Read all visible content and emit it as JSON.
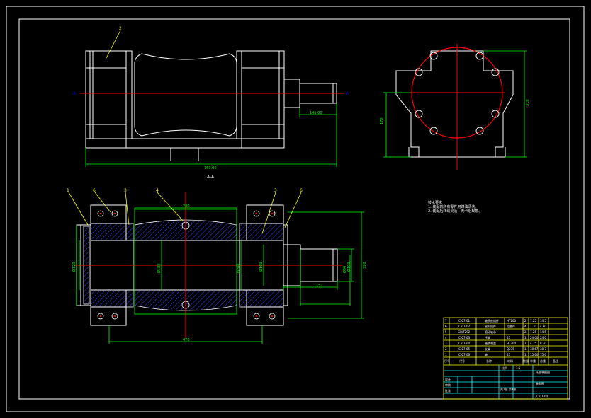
{
  "section_label": "A-A",
  "view_marks": {
    "left": "A",
    "right": "A"
  },
  "leaders": {
    "top_view": "2",
    "section": [
      "1",
      "6",
      "3",
      "4",
      "3",
      "6"
    ]
  },
  "dimensions": {
    "overall_length": "760.00",
    "shaft_length": "145.00",
    "cross_height_left": "170",
    "cross_height_right": "310",
    "section_top_width": "280",
    "section_bottom_width": "470",
    "shaft_ext": "152",
    "dia_left": "Ø120",
    "dia_mid1": "Ø180",
    "dia_mid2": "Ø200",
    "dia_mid3": "Ø160",
    "dia_shaft": "Ø100",
    "dia_end": "Ø90",
    "height_right": "320"
  },
  "notes": {
    "title": "技术要求",
    "line1": "1. 装配前所有零件用煤油清洗。",
    "line2": "2. 装配后转动灵活，无卡阻现象。"
  },
  "bom": {
    "rows": [
      {
        "no": "7",
        "code": "JC-07-01",
        "name": "轴承座组件",
        "mat": "HT200",
        "qty": "2",
        "w1": "7.25",
        "w2": "14.5"
      },
      {
        "no": "6",
        "code": "JC-07-02",
        "name": "密封组件",
        "mat": "组合件",
        "qty": "4",
        "w1": "1.20",
        "w2": "4.80"
      },
      {
        "no": "5",
        "code": "GB/T292",
        "name": "滚动轴承",
        "mat": "",
        "qty": "2",
        "w1": "7.25",
        "w2": "14.5"
      },
      {
        "no": "4",
        "code": "JC-07-03",
        "name": "托辊",
        "mat": "45",
        "qty": "1",
        "w1": "24.00",
        "w2": "24.0"
      },
      {
        "no": "3",
        "code": "JC-07-04",
        "name": "轴承端盖",
        "mat": "HT200",
        "qty": "2",
        "w1": "4.15",
        "w2": "8.30"
      },
      {
        "no": "2",
        "code": "JC-07-05",
        "name": "支架",
        "mat": "Q235",
        "qty": "1",
        "w1": "38.67",
        "w2": "38.7"
      },
      {
        "no": "1",
        "code": "JC-07-06",
        "name": "轴",
        "mat": "45",
        "qty": "1",
        "w1": "15.60",
        "w2": "15.6"
      }
    ],
    "headers": [
      "序号",
      "代号",
      "名称",
      "数量",
      "材料",
      "单重",
      "总重",
      "备注"
    ]
  },
  "title_block": {
    "scale_label": "比例",
    "scale": "1:5",
    "drawing_name": "托辊装配图",
    "design": "设计",
    "check": "审核",
    "approve": "批准",
    "drawing_no": "JC-07-00",
    "sheet": "共1张 第1张",
    "company": "装配图"
  },
  "colors": {
    "outline": "#ffffff",
    "dimension": "#00ff00",
    "centerline": "#ff0000",
    "hatch": "#4040ff",
    "mark": "#0000ff",
    "leader": "#ffff00",
    "table_line": "#ffff00"
  }
}
